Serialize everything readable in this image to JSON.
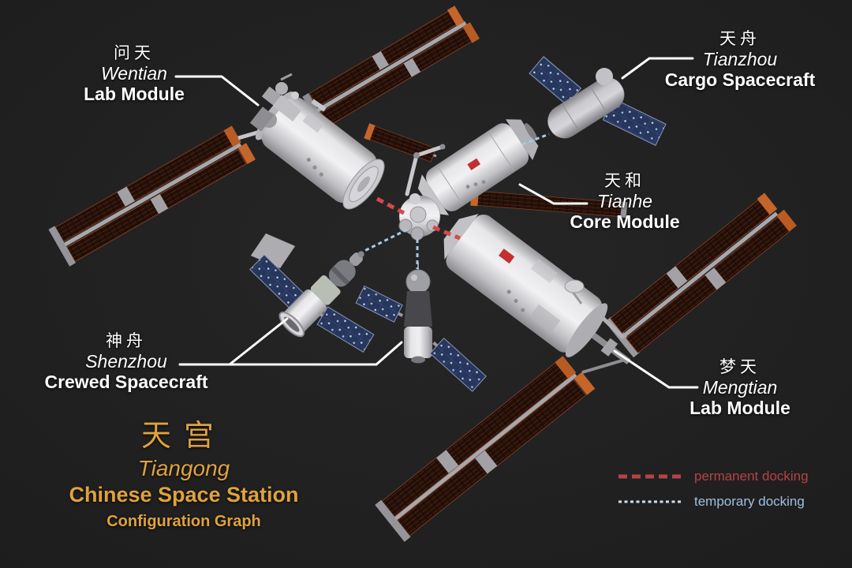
{
  "background_color": "#212121",
  "title_block": {
    "chinese": "天宫",
    "pinyin": "Tiangong",
    "name": "Chinese Space Station",
    "subtitle": "Configuration Graph",
    "color": "#dfa23f"
  },
  "labels": [
    {
      "id": "wentian",
      "chinese": "问天",
      "pinyin": "Wentian",
      "type": "Lab Module"
    },
    {
      "id": "tianzhou",
      "chinese": "天舟",
      "pinyin": "Tianzhou",
      "type": "Cargo Spacecraft"
    },
    {
      "id": "tianhe",
      "chinese": "天和",
      "pinyin": "Tianhe",
      "type": "Core Module"
    },
    {
      "id": "shenzhou",
      "chinese": "神舟",
      "pinyin": "Shenzhou",
      "type": "Crewed Spacecraft"
    },
    {
      "id": "mengtian",
      "chinese": "梦天",
      "pinyin": "Mengtian",
      "type": "Lab Module"
    }
  ],
  "legend": {
    "items": [
      {
        "label": "permanent docking",
        "color": "#b64343",
        "line_style": "long-dash"
      },
      {
        "label": "temporary docking",
        "color": "#9cc0e2",
        "line_style": "fine-dash"
      }
    ]
  },
  "docking_links": [
    {
      "from": "Wentian Lab Module",
      "to": "Tianhe node (port side)",
      "type": "permanent"
    },
    {
      "from": "Mengtian Lab Module",
      "to": "Tianhe node (starboard)",
      "type": "permanent"
    },
    {
      "from": "Tianzhou Cargo Spacecraft",
      "to": "Tianhe aft port",
      "type": "temporary"
    },
    {
      "from": "Shenzhou Crewed Spacecraft",
      "to": "Tianhe forward port",
      "type": "temporary"
    },
    {
      "from": "Shenzhou Crewed Spacecraft",
      "to": "Tianhe nadir port",
      "type": "temporary"
    }
  ],
  "render_colors": {
    "module_white": "#d8d8da",
    "spacecraft_gray": "#c9c9cc",
    "solar_wing_panel": "#241009",
    "solar_wing_cap_orange": "#c4662a",
    "spacecraft_panel_blue": "#26365c",
    "permanent_docking_line": "#d64848",
    "temporary_docking_line": "#a6c8e6",
    "leader_line": "#ffffff"
  }
}
